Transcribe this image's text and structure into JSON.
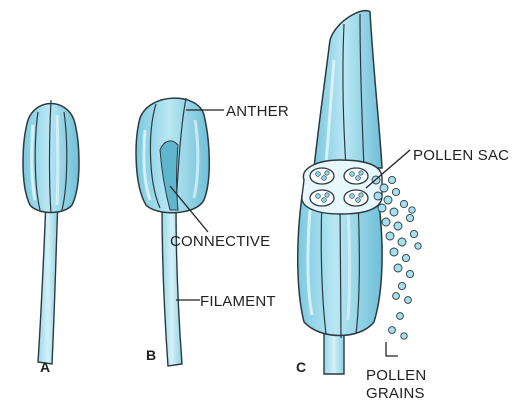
{
  "figure_labels": {
    "a": "A",
    "b": "B",
    "c": "C"
  },
  "labels": {
    "anther": "ANTHER",
    "pollen_sac": "POLLEN SAC",
    "connective": "CONNECTIVE",
    "filament": "FILAMENT",
    "pollen_grains_line1": "POLLEN",
    "pollen_grains_line2": "GRAINS"
  },
  "colors": {
    "tissue_fill": "#8fd3e6",
    "tissue_light": "#bfe9f3",
    "tissue_dark": "#5fb6cf",
    "outline": "#2b3a40",
    "background": "#ffffff"
  }
}
